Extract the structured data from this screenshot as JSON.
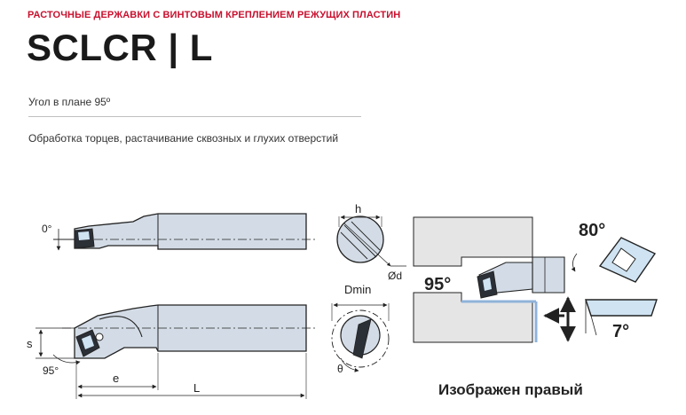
{
  "header": {
    "category": "РАСТОЧНЫЕ ДЕРЖАВКИ С ВИНТОВЫМ КРЕПЛЕНИЕМ РЕЖУЩИХ ПЛАСТИН",
    "product_code": "SCLCR | L"
  },
  "specs": {
    "approach_angle": "Угол в плане 95º",
    "application": "Обработка торцев, растачивание сквозных и глухих отверстий"
  },
  "drawing": {
    "side_view": {
      "rotation_label": "0°"
    },
    "top_view": {
      "s_label": "s",
      "angle_label": "95°",
      "e_label": "e",
      "l_label": "L"
    },
    "section": {
      "h_label": "h",
      "d_label": "Ød"
    },
    "bore_view": {
      "dmin_label": "Dmin",
      "theta_label": "θ"
    },
    "operation": {
      "angle_label": "95°"
    },
    "insert": {
      "corner_angle": "80°",
      "clearance_angle": "7°"
    },
    "caption": "Изображен правый"
  },
  "colors": {
    "accent_red": "#c8102e",
    "holder_fill": "#d3dce6",
    "workpiece_fill": "#e5e5e5",
    "insert_fill": "#cfe3f2",
    "bore_line": "#8fb3d9"
  }
}
